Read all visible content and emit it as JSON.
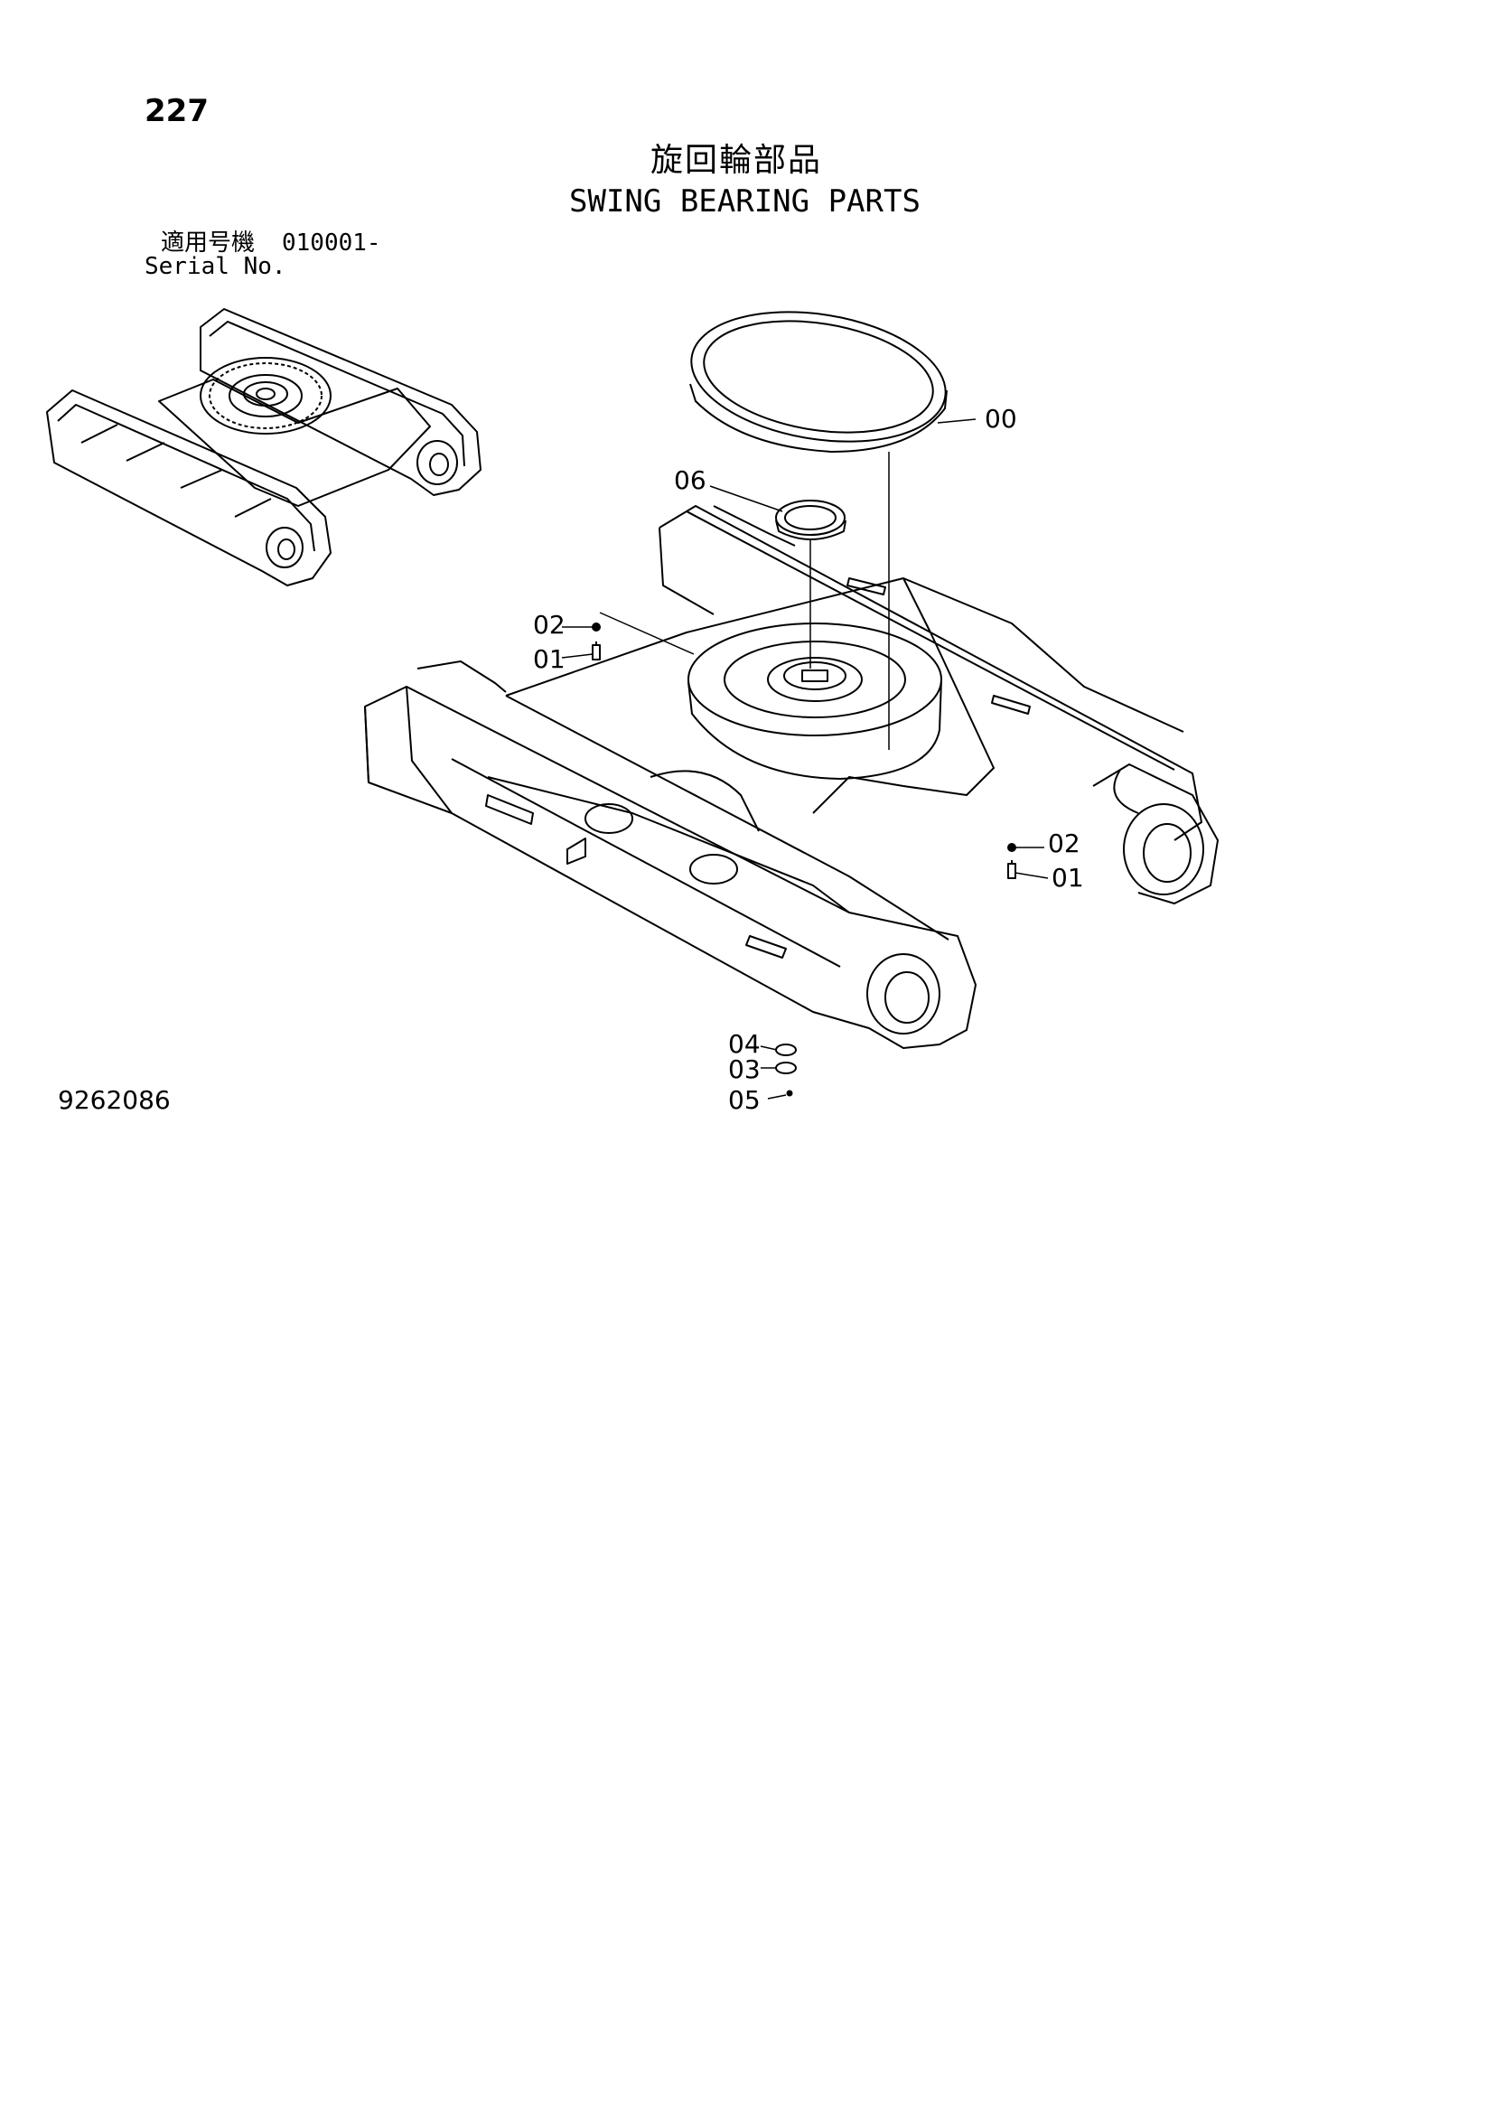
{
  "header": {
    "page_number": "227",
    "title_jp": "旋回輪部品",
    "title_en": "SWING BEARING PARTS",
    "serial_label_jp": "適用号機",
    "serial_value": "010001-",
    "serial_label_en": "Serial No."
  },
  "callouts": {
    "c00": "00",
    "c06": "06",
    "c02a": "02",
    "c01a": "01",
    "c02b": "02",
    "c01b": "01",
    "c04": "04",
    "c03": "03",
    "c05": "05"
  },
  "footer": {
    "drawing_number": "9262086"
  },
  "colors": {
    "line": "#000000",
    "background": "#ffffff"
  }
}
